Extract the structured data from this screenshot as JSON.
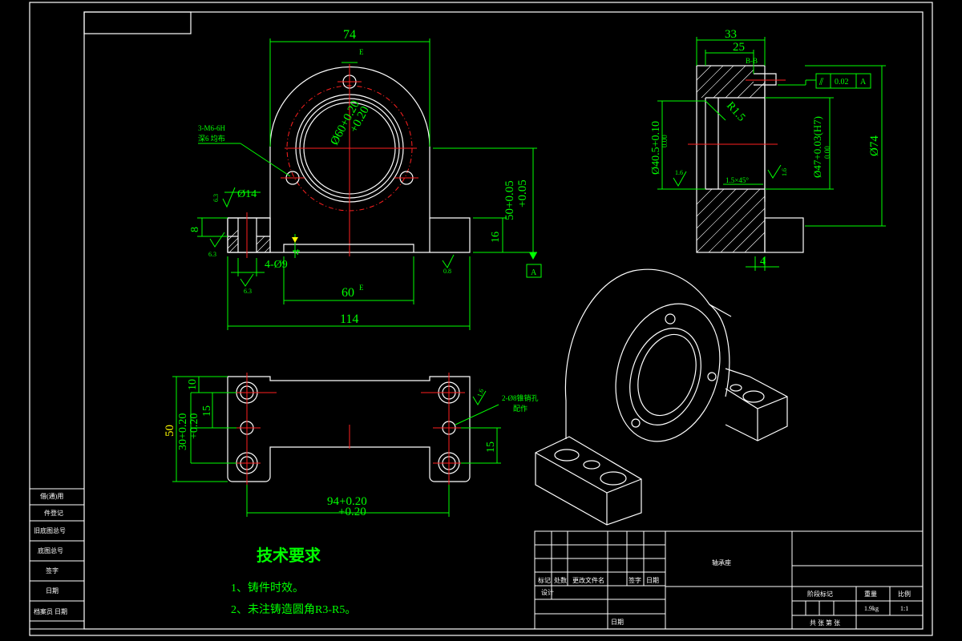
{
  "dimensions": {
    "front_width": "74",
    "front_bore": "Ø60+0.20",
    "front_bore_tol": "+0.20",
    "front_holes_note": "3-M6-6H",
    "front_holes_note2": "深6 均布",
    "front_d14": "Ø14",
    "front_ra63a": "6.3",
    "front_ra63b": "6.3",
    "front_ra63c": "6.3",
    "front_8": "8",
    "front_4_09": "4-Ø9",
    "front_4": "4",
    "front_60": "60",
    "front_114": "114",
    "front_16": "16",
    "front_50": "50+0.05",
    "front_50_tol": "+0.05",
    "front_ra08": "0.8",
    "datum_a": "A",
    "section_e1": "E",
    "section_e2": "E",
    "side_33": "33",
    "side_25": "25",
    "side_bb": "B-B",
    "side_r15": "R1.5",
    "side_d405": "Ø40.5+0.10",
    "side_d405_tol": "0.00",
    "side_ra16a": "1.6",
    "side_ra16b": "1.6",
    "side_chamfer": "1.5×45°",
    "side_d47": "Ø47+0.03(H7)",
    "side_d47_tol": "0.00",
    "side_d74": "Ø74",
    "side_4": "4",
    "gdt_symbol": "⫽",
    "gdt_value": "0.02",
    "gdt_datum": "A",
    "top_10": "10",
    "top_50": "50",
    "top_15a": "15",
    "top_30": "30+0.20",
    "top_30_tol": "+0.20",
    "top_15b": "15",
    "top_94": "94+0.20",
    "top_94_tol": "+0.20",
    "top_ra16": "1.6",
    "top_pin_note": "2-Ø8锥销孔",
    "top_pin_note2": "配作"
  },
  "requirements": {
    "title": "技术要求",
    "items": [
      "1、铸件时效。",
      "2、未注铸造圆角R3-R5。"
    ]
  },
  "title_block": {
    "part_name": "轴承座",
    "scale_value": "1:1",
    "weight_value": "1.9kg",
    "headers": [
      "标记",
      "处数",
      "更改文件名",
      "签字",
      "日期"
    ],
    "design": "设计",
    "date": "日期",
    "stage_label": "阶段标记",
    "weight_label": "重量",
    "scale_label": "比例",
    "sheet_label": "共 张 第 张"
  },
  "left_strip": [
    "借(通)用",
    "件登记",
    "旧底图总号",
    "底图总号",
    "签字",
    "日期",
    "档案员 日期"
  ],
  "colors": {
    "line": "#ffffff",
    "dim": "#00ff00",
    "center": "#ff2020",
    "accent": "#ffff00"
  }
}
